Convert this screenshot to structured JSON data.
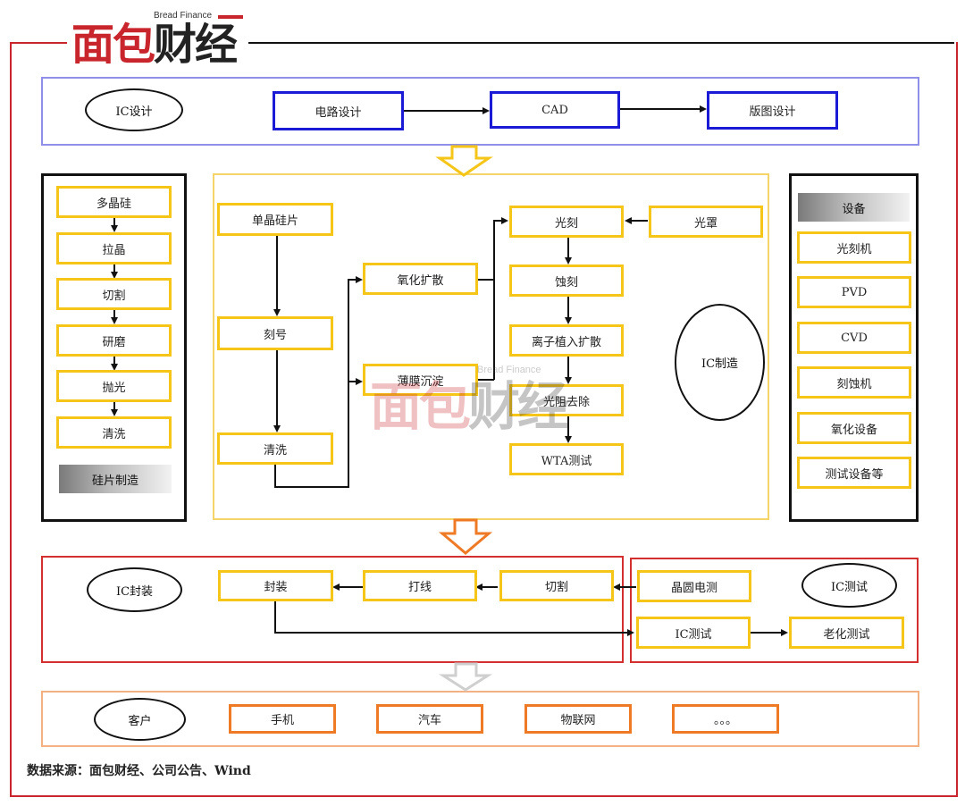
{
  "logo": {
    "text_red": "面包",
    "text_dark": "财经",
    "subtitle": "Bread Finance"
  },
  "ic_design": {
    "label": "IC设计",
    "steps": [
      "电路设计",
      "CAD",
      "版图设计"
    ]
  },
  "wafer": {
    "steps": [
      "多晶硅",
      "拉晶",
      "切割",
      "研磨",
      "抛光",
      "清洗"
    ],
    "label": "硅片制造"
  },
  "manufacturing": {
    "label": "IC制造",
    "col1": [
      "单晶硅片",
      "刻号",
      "清洗"
    ],
    "col2": [
      "氧化扩散",
      "薄膜沉淀"
    ],
    "col3": [
      "光刻",
      "蚀刻",
      "离子植入扩散",
      "光阻去除",
      "WTA测试"
    ],
    "mask": "光罩"
  },
  "equipment": {
    "title": "设备",
    "items": [
      "光刻机",
      "PVD",
      "CVD",
      "刻蚀机",
      "氧化设备",
      "测试设备等"
    ]
  },
  "packaging": {
    "label": "IC封装",
    "steps": [
      "封装",
      "打线",
      "切割"
    ]
  },
  "testing": {
    "label": "IC测试",
    "steps": [
      "晶圆电测",
      "IC测试",
      "老化测试"
    ]
  },
  "customers": {
    "label": "客户",
    "items": [
      "手机",
      "汽车",
      "物联网",
      "。。。"
    ]
  },
  "source": "数据来源：面包财经、公司公告、Wind",
  "colors": {
    "frame": "#c8262c",
    "yellow": "#f5c518",
    "blue": "#1b1bd6",
    "orange": "#ef7a26",
    "lavender": "#8f8fe8"
  }
}
